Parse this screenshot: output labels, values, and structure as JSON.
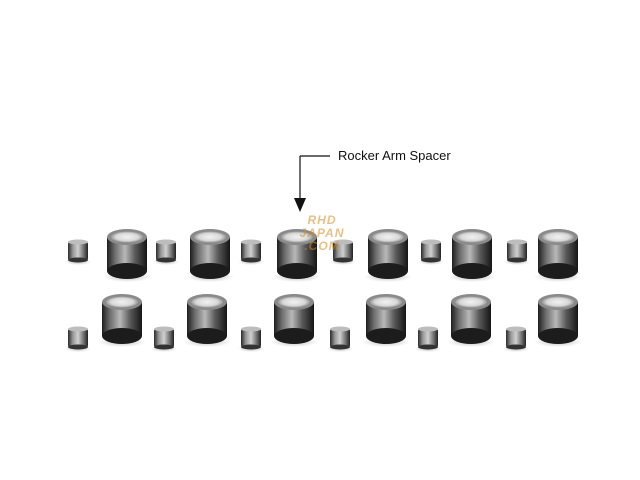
{
  "callout": {
    "label": "Rocker Arm Spacer"
  },
  "watermark": {
    "line1": "RHD",
    "line2": "JAPAN",
    "line3": ".COM"
  },
  "parts": {
    "row1_count": 6,
    "row2_count": 6
  }
}
